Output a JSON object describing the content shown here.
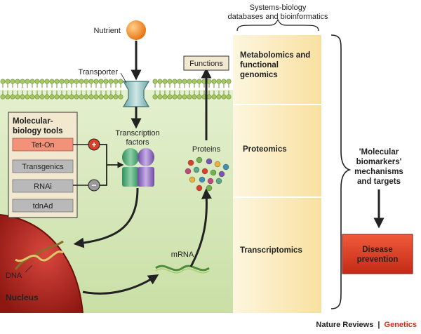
{
  "header": {
    "systems_biology_line1": "Systems-biology",
    "systems_biology_line2": "databases and bioinformatics"
  },
  "cell": {
    "nutrient": "Nutrient",
    "transporter": "Transporter",
    "functions": "Functions",
    "proteins": "Proteins",
    "transcription_factors_line1": "Transcription",
    "transcription_factors_line2": "factors",
    "mrna": "mRNA",
    "dna": "DNA",
    "nucleus": "Nucleus"
  },
  "tools": {
    "title_line1": "Molecular-",
    "title_line2": "biology tools",
    "items": [
      "Tet-On",
      "Transgenics",
      "RNAi",
      "tdnAd"
    ],
    "plus": "+",
    "minus": "−"
  },
  "omics": {
    "metabolomics_line1": "Metabolomics and",
    "metabolomics_line2": "functional",
    "metabolomics_line3": "genomics",
    "proteomics": "Proteomics",
    "transcriptomics": "Transcriptomics"
  },
  "right": {
    "biomarkers_line1": "'Molecular",
    "biomarkers_line2": "biomarkers'",
    "biomarkers_line3": "mechanisms",
    "biomarkers_line4": "and targets",
    "disease_line1": "Disease",
    "disease_line2": "prevention"
  },
  "footer": {
    "journal": "Nature Reviews",
    "separator": "|",
    "section": "Genetics"
  },
  "colors": {
    "cytoplasm": "#dcebc2",
    "membrane": "#9dc15c",
    "nucleus": "#b22a23",
    "nutrient": "#f07f1a",
    "omics_panel": "#fbe9b8",
    "disease_box": "#d8361f",
    "tet_on": "#f29279",
    "tool_gray": "#b9b9b9",
    "genetics_red": "#d62b1e"
  }
}
